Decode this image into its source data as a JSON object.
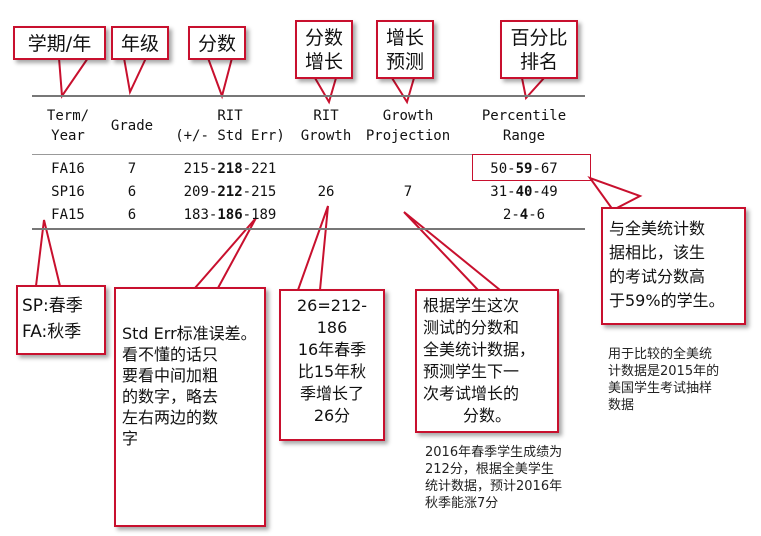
{
  "top_labels": {
    "semester": "学期/年",
    "grade": "年级",
    "score": "分数",
    "growth_line1": "分数",
    "growth_line2": "增长",
    "projection_line1": "增长",
    "projection_line2": "预测",
    "percentile_line1": "百分比",
    "percentile_line2": "排名"
  },
  "table": {
    "headers": {
      "term_line1": "Term/",
      "term_line2": "Year",
      "grade": "Grade",
      "rit_line1": "RIT",
      "rit_line2": "(+/- Std Err)",
      "growth_line1": "RIT",
      "growth_line2": "Growth",
      "projection_line1": "Growth",
      "projection_line2": "Projection",
      "percentile_line1": "Percentile",
      "percentile_line2": "Range"
    },
    "rows": [
      {
        "term": "FA16",
        "grade": "7",
        "rit_low": "215-",
        "rit_mid": "218",
        "rit_high": "-221",
        "growth": "",
        "projection": "",
        "pct_low": "50-",
        "pct_mid": "59",
        "pct_high": "-67"
      },
      {
        "term": "SP16",
        "grade": "6",
        "rit_low": "209-",
        "rit_mid": "212",
        "rit_high": "-215",
        "growth": "26",
        "projection": "7",
        "pct_low": "31-",
        "pct_mid": "40",
        "pct_high": "-49"
      },
      {
        "term": "FA15",
        "grade": "6",
        "rit_low": "183-",
        "rit_mid": "186",
        "rit_high": "-189",
        "growth": "",
        "projection": "",
        "pct_low": "2-",
        "pct_mid": "4",
        "pct_high": "-6"
      }
    ]
  },
  "callouts": {
    "season": [
      "SP:春季",
      "FA:秋季"
    ],
    "std_err": [
      "Std Err标准误差。",
      "看不懂的话只",
      "要看中间加粗",
      "的数字，略去",
      "左右两边的数",
      "字"
    ],
    "growth": [
      "26=212-",
      "186",
      "16年春季",
      "比15年秋",
      "季增长了",
      "26分"
    ],
    "projection": [
      "根据学生这次",
      "测试的分数和",
      "全美统计数据，",
      "预测学生下一",
      "次考试增长的",
      "分数。"
    ],
    "percentile": [
      "与全美统计数",
      "据相比，该生",
      "的考试分数高",
      "于59%的学生。"
    ]
  },
  "notes": {
    "projection_note": [
      "2016年春季学生成绩为",
      "212分，根据全美学生",
      "统计数据，预计2016年",
      "秋季能涨7分"
    ],
    "percentile_note": [
      "用于比较的全美统",
      "计数据是2015年的",
      "美国学生考试抽样",
      "数据"
    ]
  },
  "colors": {
    "accent": "#c8102e",
    "rule": "#777777"
  }
}
